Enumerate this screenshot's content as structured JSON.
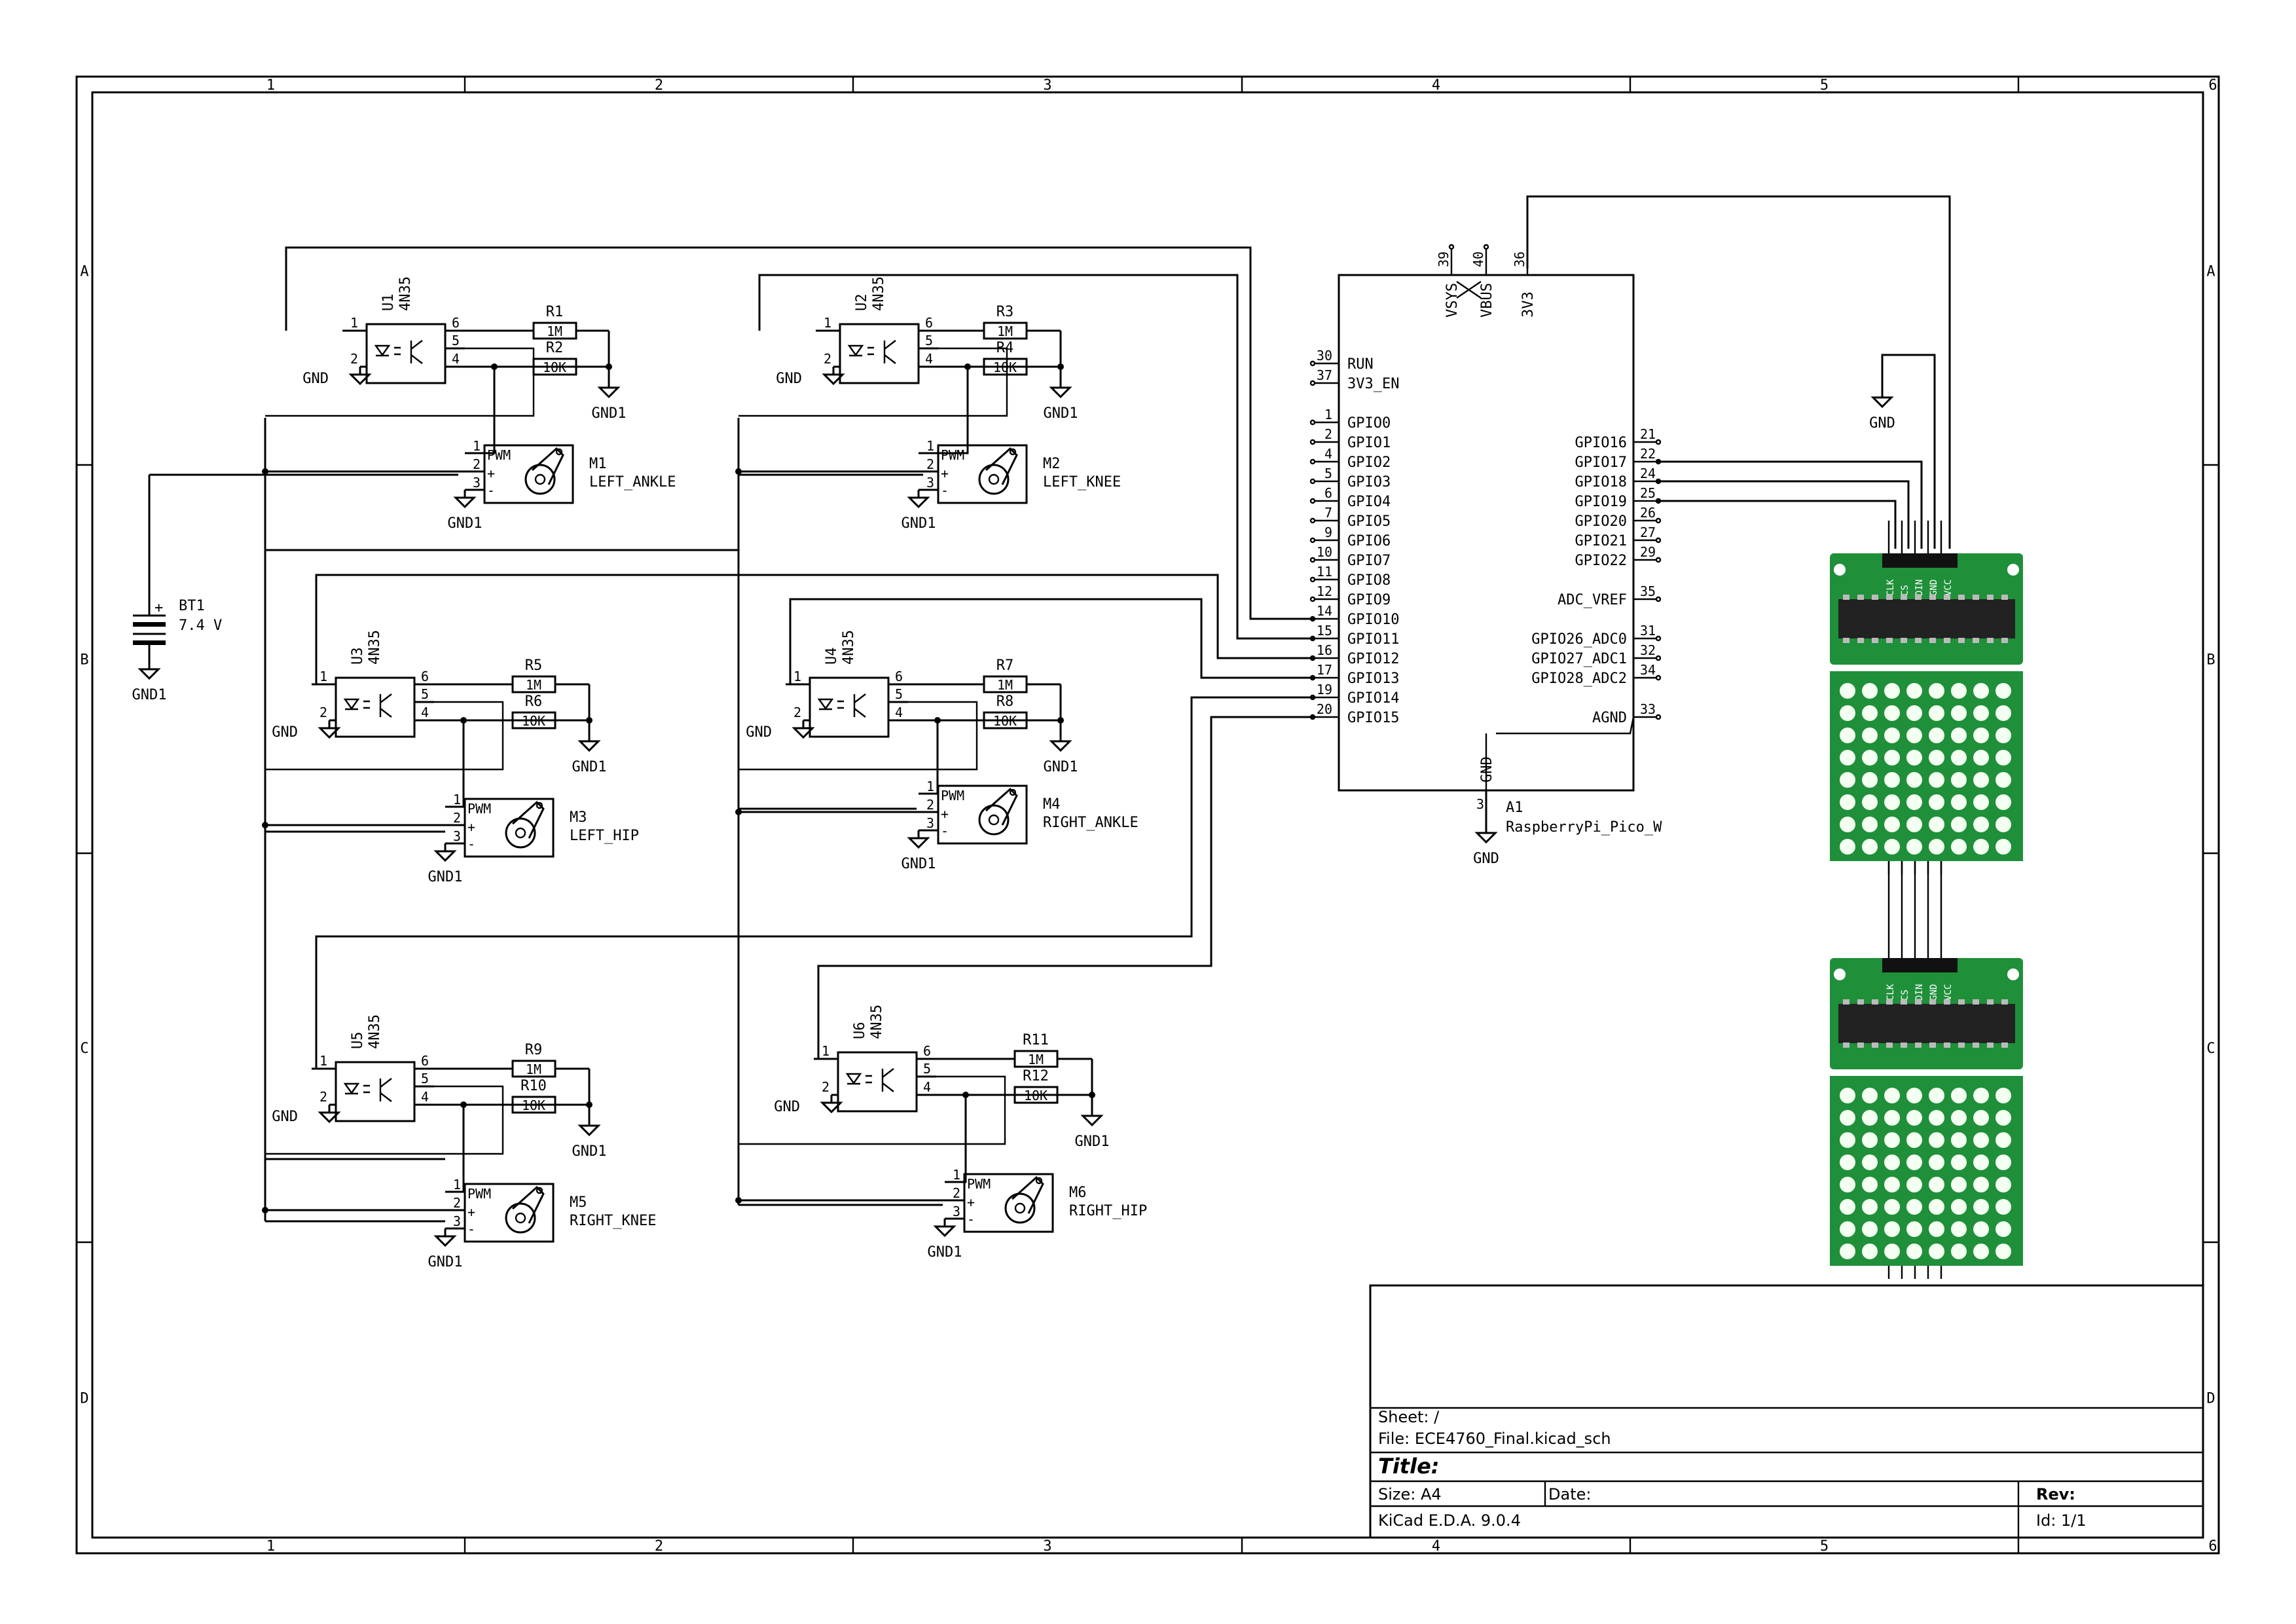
{
  "frame": {
    "columns": [
      "1",
      "2",
      "3",
      "4",
      "5",
      "6"
    ],
    "rows": [
      "A",
      "B",
      "C",
      "D"
    ]
  },
  "title_block": {
    "sheet": "Sheet: /",
    "file": "File: ECE4760_Final.kicad_sch",
    "title": "Title:",
    "size": "Size: A4",
    "date": "Date:",
    "rev": "Rev:",
    "tool": "KiCad E.D.A. 9.0.4",
    "id": "Id: 1/1"
  },
  "labels": {
    "gnd": "GND",
    "gnd1": "GND1",
    "pwm": "PWM"
  },
  "battery": {
    "ref": "BT1",
    "value": "7.4 V",
    "plus": "+"
  },
  "optos": [
    {
      "ref": "U1",
      "value": "4N35"
    },
    {
      "ref": "U2",
      "value": "4N35"
    },
    {
      "ref": "U3",
      "value": "4N35"
    },
    {
      "ref": "U4",
      "value": "4N35"
    },
    {
      "ref": "U5",
      "value": "4N35"
    },
    {
      "ref": "U6",
      "value": "4N35"
    }
  ],
  "opto_pins": [
    "1",
    "2",
    "6",
    "5",
    "4"
  ],
  "resistors": [
    {
      "ref": "R1",
      "value": "1M"
    },
    {
      "ref": "R2",
      "value": "10K"
    },
    {
      "ref": "R3",
      "value": "1M"
    },
    {
      "ref": "R4",
      "value": "10K"
    },
    {
      "ref": "R5",
      "value": "1M"
    },
    {
      "ref": "R6",
      "value": "10K"
    },
    {
      "ref": "R7",
      "value": "1M"
    },
    {
      "ref": "R8",
      "value": "10K"
    },
    {
      "ref": "R9",
      "value": "1M"
    },
    {
      "ref": "R10",
      "value": "10K"
    },
    {
      "ref": "R11",
      "value": "1M"
    },
    {
      "ref": "R12",
      "value": "10K"
    }
  ],
  "motors": [
    {
      "ref": "M1",
      "value": "LEFT_ANKLE"
    },
    {
      "ref": "M2",
      "value": "LEFT_KNEE"
    },
    {
      "ref": "M3",
      "value": "LEFT_HIP"
    },
    {
      "ref": "M4",
      "value": "RIGHT_ANKLE"
    },
    {
      "ref": "M5",
      "value": "RIGHT_KNEE"
    },
    {
      "ref": "M6",
      "value": "RIGHT_HIP"
    }
  ],
  "motor_pins": [
    "1",
    "2",
    "3"
  ],
  "motor_signs": [
    "+",
    "-"
  ],
  "pico": {
    "ref": "A1",
    "value": "RaspberryPi_Pico_W",
    "top_pins": [
      {
        "num": "39",
        "name": "VSYS"
      },
      {
        "num": "40",
        "name": "VBUS"
      },
      {
        "num": "36",
        "name": "3V3"
      }
    ],
    "bottom_pin": {
      "num": "3",
      "name": "GND"
    },
    "left_pins": [
      {
        "num": "30",
        "name": "RUN"
      },
      {
        "num": "37",
        "name": "3V3_EN"
      },
      {
        "num": "1",
        "name": "GPIO0"
      },
      {
        "num": "2",
        "name": "GPIO1"
      },
      {
        "num": "4",
        "name": "GPIO2"
      },
      {
        "num": "5",
        "name": "GPIO3"
      },
      {
        "num": "6",
        "name": "GPIO4"
      },
      {
        "num": "7",
        "name": "GPIO5"
      },
      {
        "num": "9",
        "name": "GPIO6"
      },
      {
        "num": "10",
        "name": "GPIO7"
      },
      {
        "num": "11",
        "name": "GPIO8"
      },
      {
        "num": "12",
        "name": "GPIO9"
      },
      {
        "num": "14",
        "name": "GPIO10"
      },
      {
        "num": "15",
        "name": "GPIO11"
      },
      {
        "num": "16",
        "name": "GPIO12"
      },
      {
        "num": "17",
        "name": "GPIO13"
      },
      {
        "num": "19",
        "name": "GPIO14"
      },
      {
        "num": "20",
        "name": "GPIO15"
      }
    ],
    "right_pins": [
      {
        "num": "21",
        "name": "GPIO16"
      },
      {
        "num": "22",
        "name": "GPIO17"
      },
      {
        "num": "24",
        "name": "GPIO18"
      },
      {
        "num": "25",
        "name": "GPIO19"
      },
      {
        "num": "26",
        "name": "GPIO20"
      },
      {
        "num": "27",
        "name": "GPIO21"
      },
      {
        "num": "29",
        "name": "GPIO22"
      },
      {
        "num": "35",
        "name": "ADC_VREF"
      },
      {
        "num": "31",
        "name": "GPIO26_ADC0"
      },
      {
        "num": "32",
        "name": "GPIO27_ADC1"
      },
      {
        "num": "34",
        "name": "GPIO28_ADC2"
      },
      {
        "num": "33",
        "name": "AGND"
      }
    ]
  },
  "led_matrix": {
    "header_pins": [
      "VCC",
      "GND",
      "DIN",
      "CS",
      "CLK"
    ],
    "rows": 8,
    "cols": 8,
    "pcb_color": "#1f8f3a",
    "led_color": "#f3fff0",
    "chip_color": "#222222"
  },
  "colors": {
    "wire": "#000000",
    "background": "#ffffff"
  }
}
